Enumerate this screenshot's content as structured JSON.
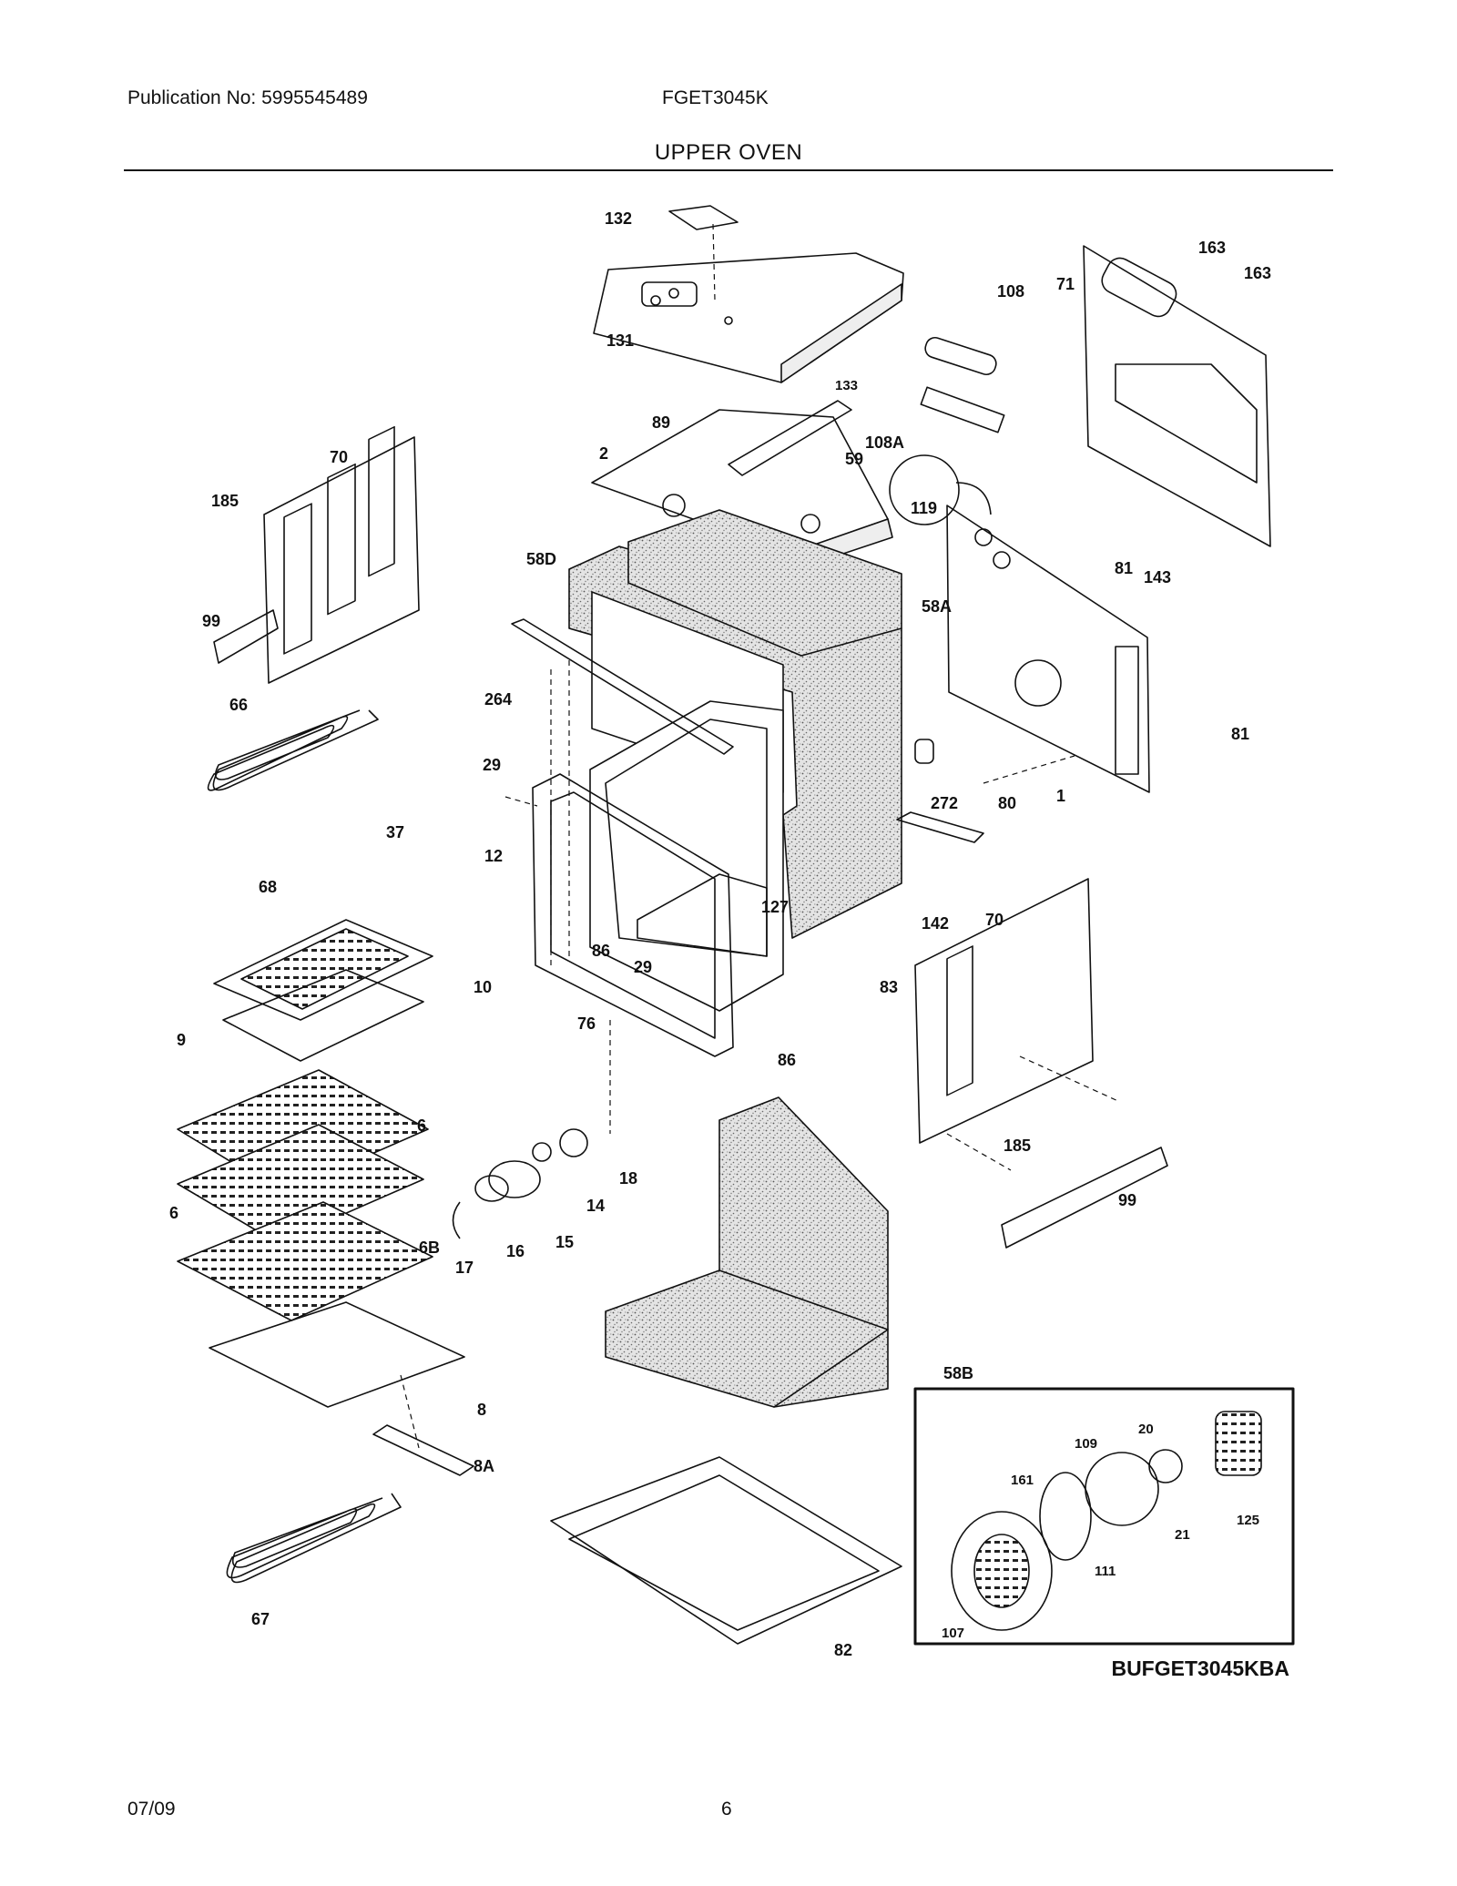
{
  "header": {
    "publication": "Publication No: 5995545489",
    "model": "FGET3045K",
    "section": "UPPER OVEN"
  },
  "footer": {
    "date": "07/09",
    "page": "6"
  },
  "diagram": {
    "assembly_code": "BUFGET3045KBA",
    "callouts": {
      "c132": "132",
      "c131": "131",
      "c133": "133",
      "c163a": "163",
      "c163b": "163",
      "c71": "71",
      "c108": "108",
      "c108A": "108A",
      "c119": "119",
      "c89": "89",
      "c2": "2",
      "c59": "59",
      "c70a": "70",
      "c185a": "185",
      "c99a": "99",
      "c58D": "58D",
      "c58A": "58A",
      "c81a": "81",
      "c143": "143",
      "c81b": "81",
      "c264": "264",
      "c66": "66",
      "c29a": "29",
      "c272": "272",
      "c80": "80",
      "c1": "1",
      "c12": "12",
      "c37": "37",
      "c68": "68",
      "c127": "127",
      "c142": "142",
      "c70b": "70",
      "c86a": "86",
      "c29b": "29",
      "c83": "83",
      "c10": "10",
      "c9": "9",
      "c76": "76",
      "c86b": "86",
      "c185b": "185",
      "c6a": "6",
      "c18": "18",
      "c6b": "6",
      "c14": "14",
      "c99b": "99",
      "c6B": "6B",
      "c15": "15",
      "c17": "17",
      "c16": "16",
      "c58B": "58B",
      "c8": "8",
      "c8A": "8A",
      "c67": "67",
      "c82": "82",
      "c20": "20",
      "c109": "109",
      "c161": "161",
      "c125": "125",
      "c21": "21",
      "c111": "111",
      "c107": "107"
    }
  }
}
